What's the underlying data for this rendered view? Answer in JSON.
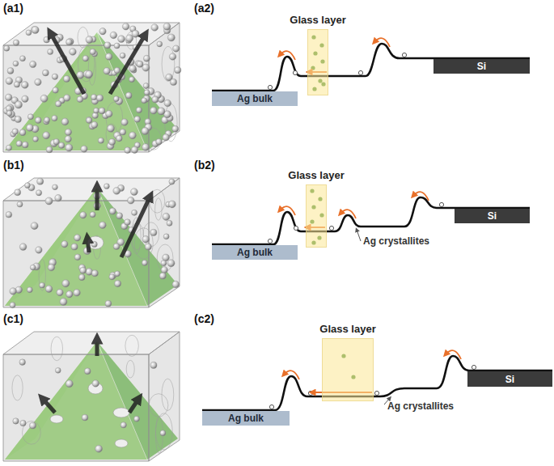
{
  "diagram": {
    "nodes": [
      {
        "text": [
          "Ag bulk"
        ]
      },
      {
        "text": [
          "Glass layer"
        ]
      },
      {
        "text": [
          "Si"
        ]
      },
      {
        "text": [
          "Ag bulk"
        ]
      },
      {
        "text": [
          "Glass layer"
        ]
      },
      {
        "text": [
          "Si"
        ]
      },
      {
        "text": [
          "Ag bulk"
        ]
      },
      {
        "text": [
          "Glass layer"
        ]
      },
      {
        "text": [
          "Si"
        ]
      }
    ],
    "labels": [
      "(a1)",
      "(a2)",
      "(b1)",
      "(b2)",
      "Ag crystallites",
      "(c1)",
      "(c2)",
      "Ag crystallites"
    ]
  }
}
